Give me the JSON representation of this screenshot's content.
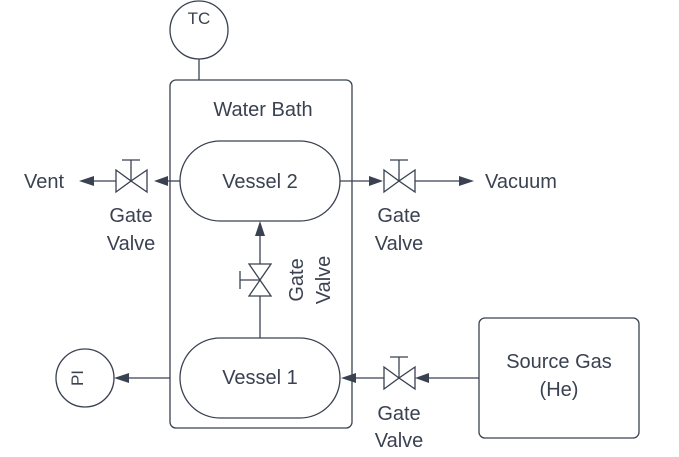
{
  "diagram": {
    "tc_label": "TC",
    "pi_label": "PI",
    "water_bath_label": "Water Bath",
    "vessel2_label": "Vessel 2",
    "vessel1_label": "Vessel 1",
    "vent_label": "Vent",
    "vacuum_label": "Vacuum",
    "source_gas_line1": "Source Gas",
    "source_gas_line2": "(He)",
    "valves": {
      "vent": {
        "line1": "Gate",
        "line2": "Valve"
      },
      "vacuum": {
        "line1": "Gate",
        "line2": "Valve"
      },
      "middle": {
        "line1": "Gate",
        "line2": "Valve"
      },
      "source": {
        "line1": "Gate",
        "line2": "Valve"
      }
    }
  }
}
